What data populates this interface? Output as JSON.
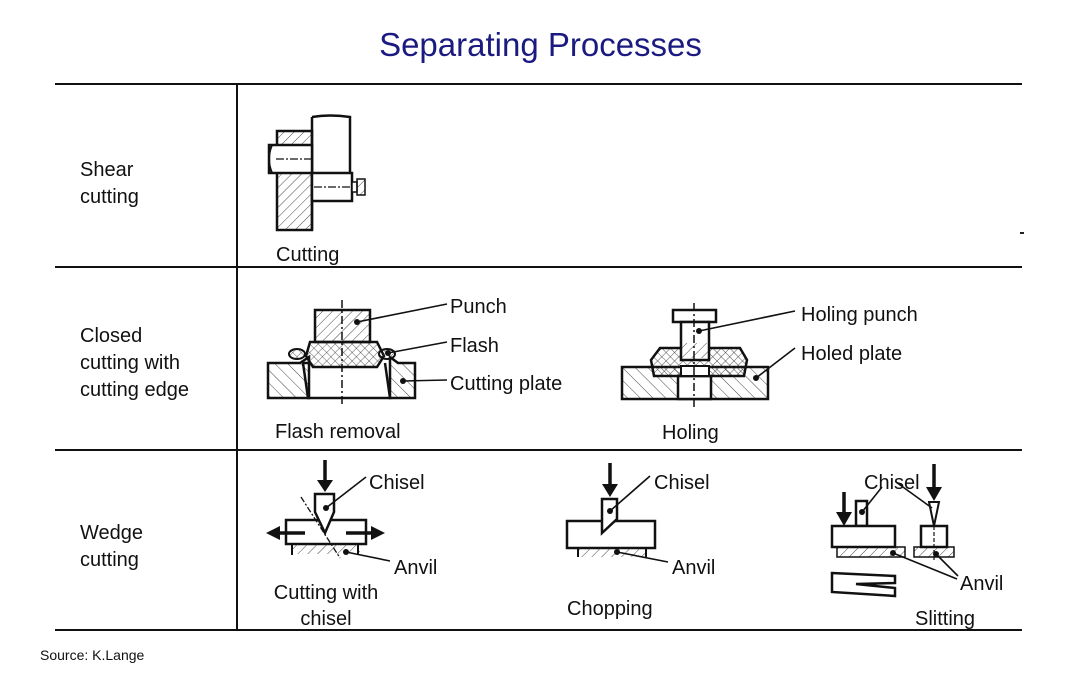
{
  "title": "Separating Processes",
  "rows": [
    {
      "label_lines": [
        "Shear",
        "cutting"
      ],
      "figures": [
        {
          "caption": [
            "Cutting"
          ],
          "labels": []
        }
      ]
    },
    {
      "label_lines": [
        "Closed",
        "cutting with",
        "cutting edge"
      ],
      "figures": [
        {
          "caption": [
            "Flash removal"
          ],
          "labels": [
            "Punch",
            "Flash",
            "Cutting plate"
          ]
        },
        {
          "caption": [
            "Holing"
          ],
          "labels": [
            "Holing punch",
            "Holed plate"
          ]
        }
      ]
    },
    {
      "label_lines": [
        "Wedge",
        "cutting"
      ],
      "figures": [
        {
          "caption": [
            "Cutting with",
            "chisel"
          ],
          "labels": [
            "Chisel",
            "Anvil"
          ]
        },
        {
          "caption": [
            "Chopping"
          ],
          "labels": [
            "Chisel",
            "Anvil"
          ]
        },
        {
          "caption": [
            "Slitting"
          ],
          "labels": [
            "Chisel",
            "Anvil"
          ]
        }
      ]
    }
  ],
  "source": "Source: K.Lange",
  "colors": {
    "title": "#1a1a80",
    "line": "#111111"
  }
}
